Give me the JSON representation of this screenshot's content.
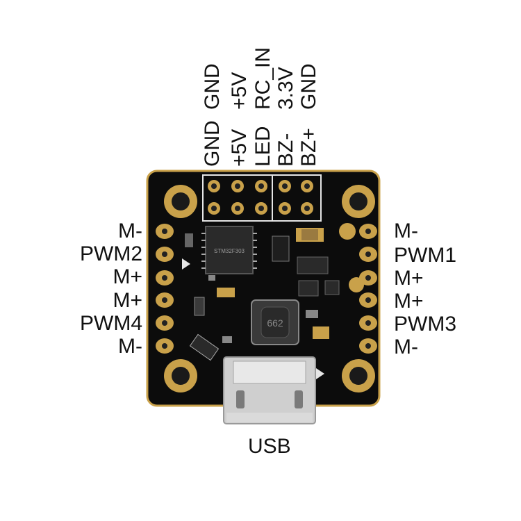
{
  "top_labels_upper": [
    "GND",
    "+5V",
    "RC_IN",
    "3.3V",
    "GND"
  ],
  "top_labels_lower": [
    "GND",
    "+5V",
    "LED",
    "BZ-",
    "BZ+"
  ],
  "left_labels": [
    "M-",
    "PWM2",
    "M+",
    "M+",
    "PWM4",
    "M-"
  ],
  "right_labels": [
    "M-",
    "PWM1",
    "M+",
    "M+",
    "PWM3",
    "M-"
  ],
  "bottom_label": "USB",
  "board_marks": {
    "mcu_text": "STM32F303",
    "inductor_text": "662"
  },
  "colors": {
    "pcb": "#0c0c0c",
    "pad_gold": "#c9a14a",
    "silk": "#e6e6e6",
    "usb_metal": "#cfcfcf"
  }
}
